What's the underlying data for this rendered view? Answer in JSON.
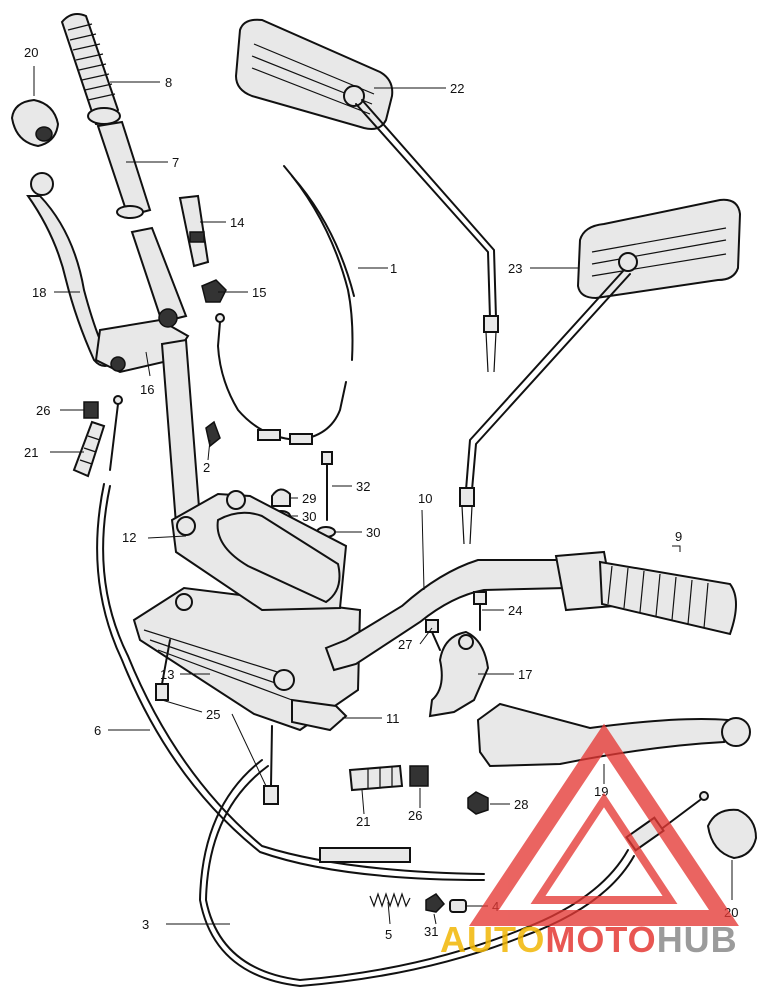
{
  "labels": {
    "p1": "1",
    "p2": "2",
    "p3": "3",
    "p4": "4",
    "p5": "5",
    "p6": "6",
    "p7": "7",
    "p8": "8",
    "p9": "9",
    "p10": "10",
    "p11": "11",
    "p12": "12",
    "p13": "13",
    "p14": "14",
    "p15": "15",
    "p16": "16",
    "p17": "17",
    "p18": "18",
    "p19": "19",
    "p20a": "20",
    "p20b": "20",
    "p21a": "21",
    "p21b": "21",
    "p22": "22",
    "p23": "23",
    "p24": "24",
    "p25": "25",
    "p26a": "26",
    "p26b": "26",
    "p27": "27",
    "p28": "28",
    "p29": "29",
    "p30a": "30",
    "p30b": "30",
    "p31": "31",
    "p32": "32"
  },
  "watermark": {
    "part1": "AUTO",
    "part2": "MOTO",
    "part3": "HUB",
    "color_red": "#e53935",
    "color_yellow": "#f2b705",
    "color_gray": "#8a8a8a"
  }
}
